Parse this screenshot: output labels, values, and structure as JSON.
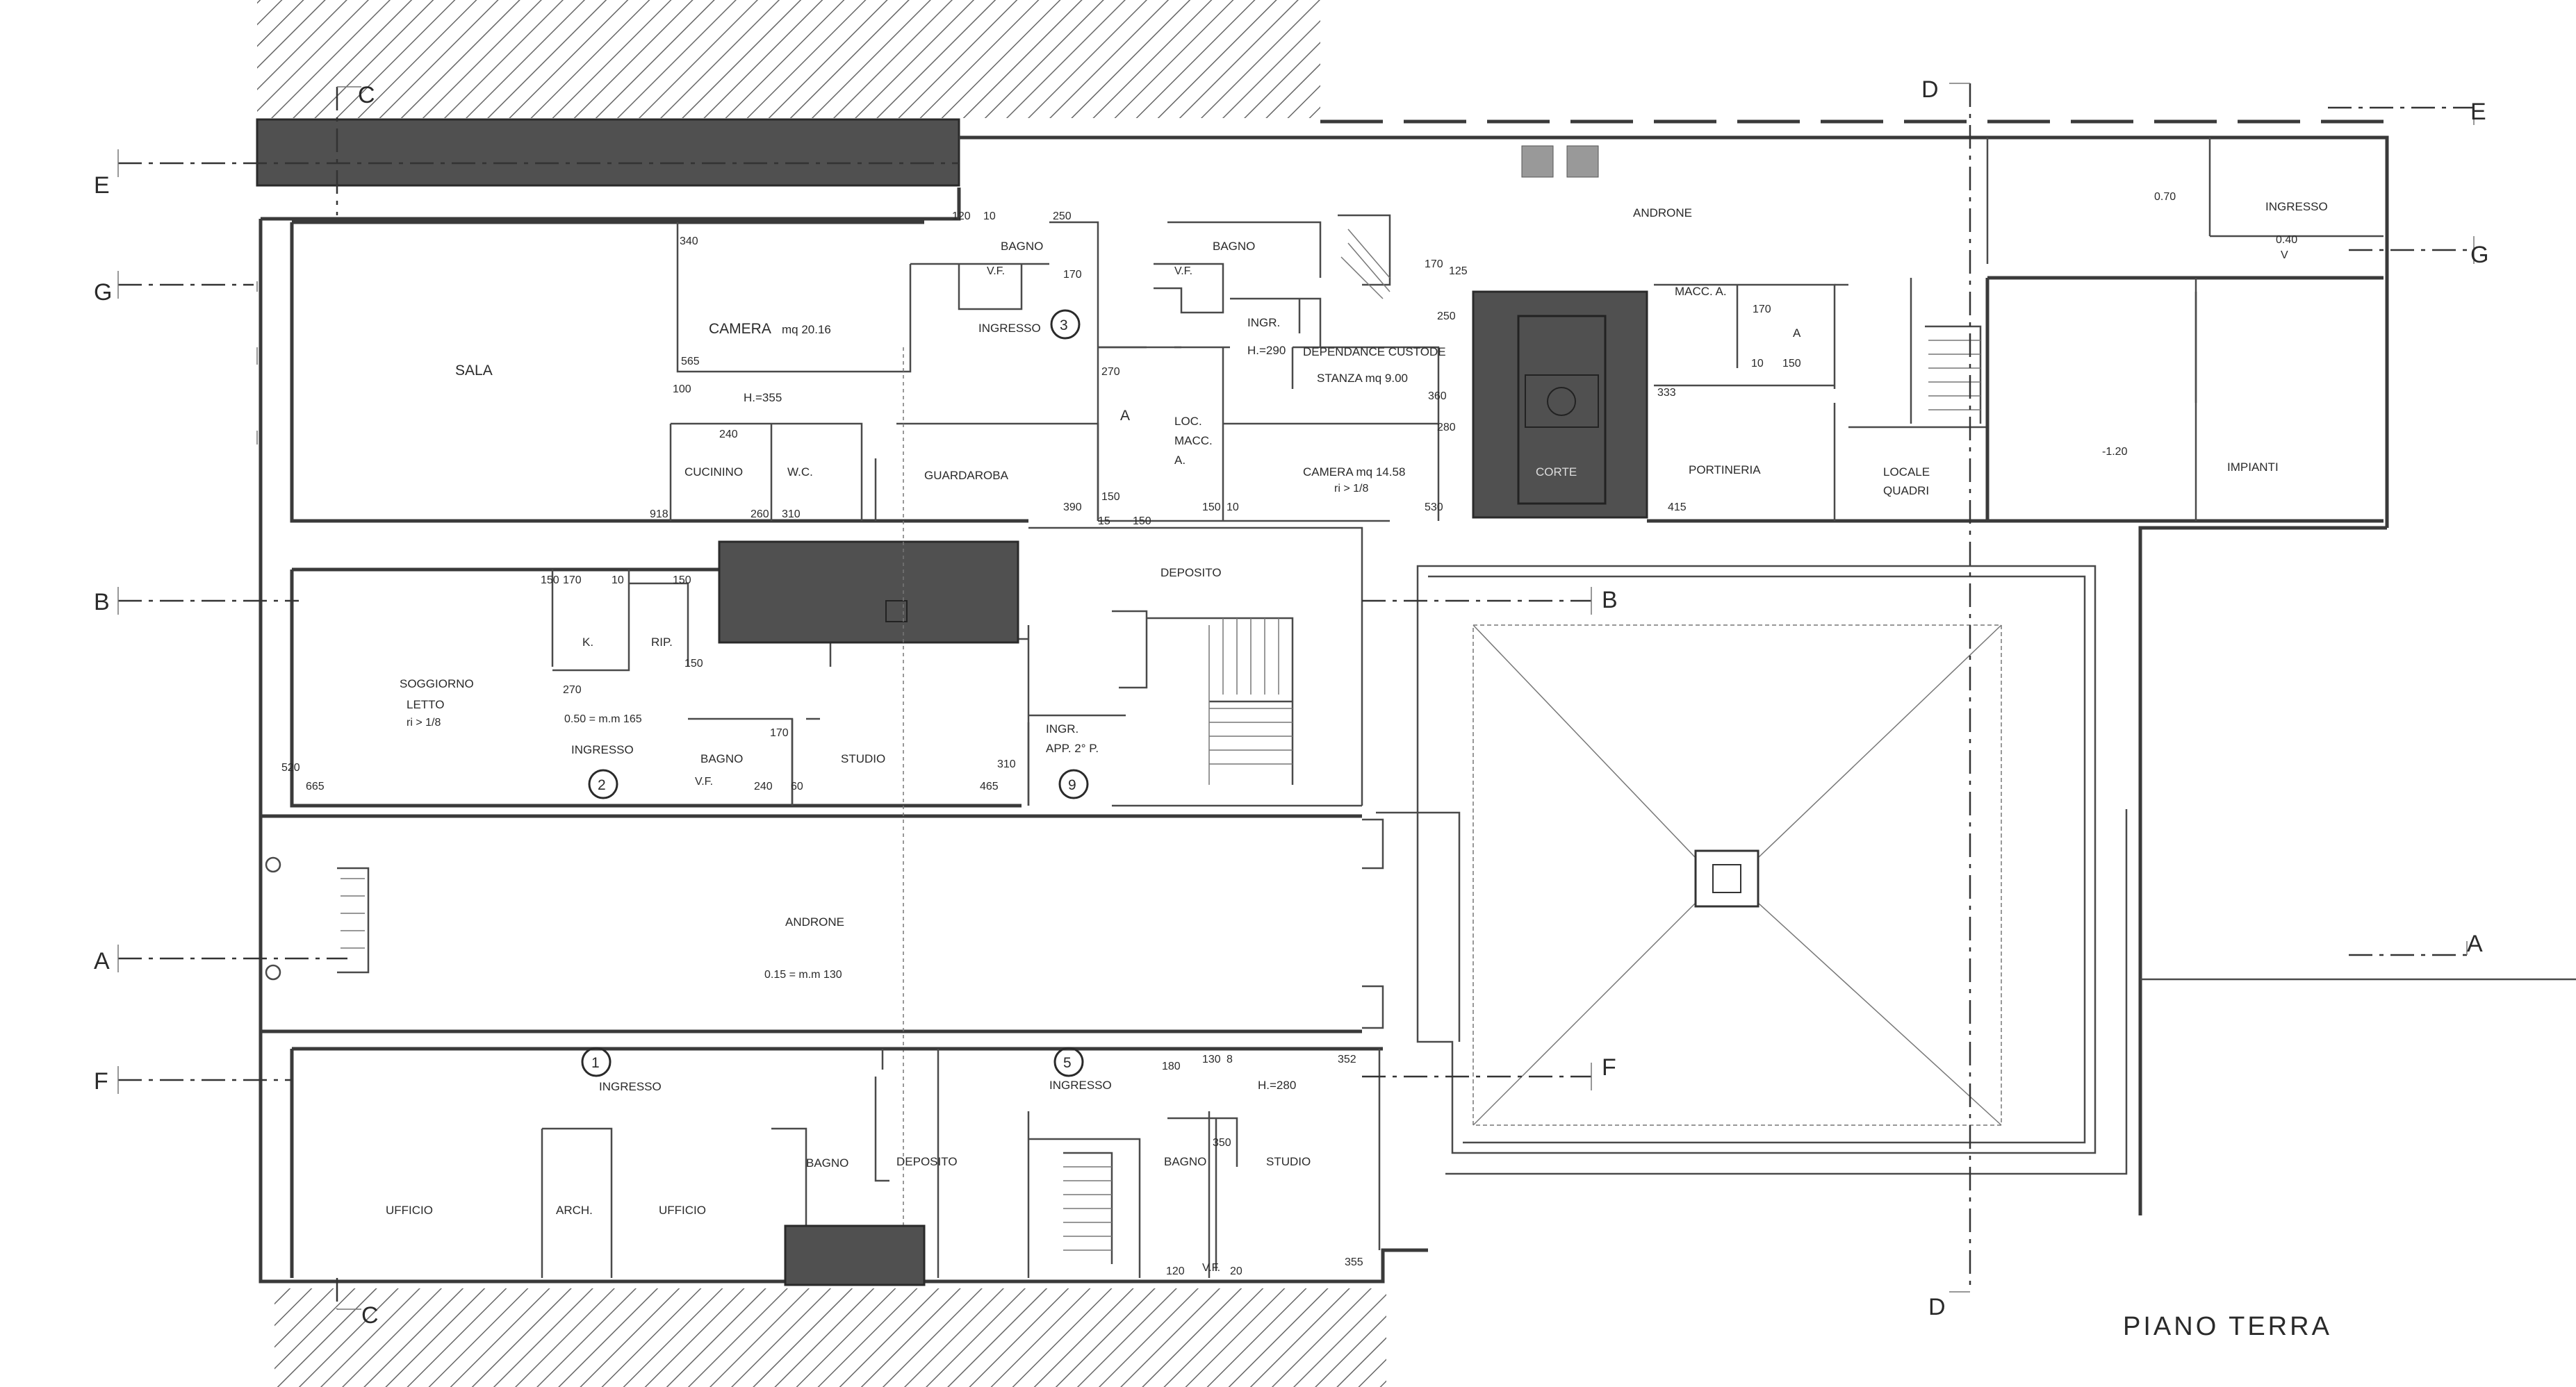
{
  "plan": {
    "title": "PIANO   TERRA",
    "section_marks": {
      "c_top": "C",
      "c_bottom": "C",
      "d_top": "D",
      "d_bottom": "D",
      "e_left": "E",
      "e_right": "E",
      "g_left": "G",
      "g_right": "G",
      "b_left": "B",
      "b_center": "B",
      "a_left": "A",
      "a_right": "A",
      "f_left": "F",
      "f_center": "F"
    },
    "rooms": {
      "sala": "SALA",
      "camera_1": "CAMERA",
      "camera_1_area": "mq 20.16",
      "h_355": "H.=355",
      "bagno_1": "BAGNO",
      "vf_1": "V.F.",
      "ingresso_3": "INGRESSO",
      "cucinino": "CUCININO",
      "wc": "W.C.",
      "guardaroba": "GUARDAROBA",
      "a_corridor": "A",
      "loc_macc": "LOC.",
      "loc_macc_2": "MACC.",
      "loc_macc_3": "A.",
      "bagno_2": "BAGNO",
      "vf_2": "V.F.",
      "ingr_h290": "INGR.",
      "h_290": "H.=290",
      "dependance": "DEPENDANCE CUSTODE",
      "stanza": "STANZA mq 9.00",
      "camera_2": "CAMERA mq 14.58",
      "camera_2_ri": "ri > 1/8",
      "corte": "CORTE",
      "androne_top": "ANDRONE",
      "macc_a": "MACC. A.",
      "a_room": "A",
      "portineria": "PORTINERIA",
      "locale": "LOCALE",
      "quadri": "QUADRI",
      "ingresso_right": "INGRESSO",
      "level_070": "0.70",
      "level_040": "0.40",
      "level_v": "V",
      "level_m120": "-1.20",
      "impianti": "IMPIANTI",
      "deposito_top": "DEPOSITO",
      "k": "K.",
      "rip": "RIP.",
      "soggiorno": "SOGGIORNO",
      "letto": "LETTO",
      "letto_ri": "ri > 1/8",
      "level_050": "0.50 = m.m 165",
      "ingresso_2": "INGRESSO",
      "bagno_3": "BAGNO",
      "vf_3": "V.F.",
      "studio_1": "STUDIO",
      "ingr_app": "INGR.",
      "app_2p": "APP. 2° P.",
      "androne_main": "ANDRONE",
      "level_015": "0.15 = m.m 130",
      "ingresso_1": "INGRESSO",
      "ingresso_5": "INGRESSO",
      "h_280": "H.=280",
      "ufficio_1": "UFFICIO",
      "arch": "ARCH.",
      "ufficio_2": "UFFICIO",
      "bagno_4": "BAGNO",
      "deposito_bottom": "DEPOSITO",
      "bagno_5": "BAGNO",
      "studio_2": "STUDIO",
      "vf_4": "V.F."
    },
    "numbers": {
      "n1": "1",
      "n2": "2",
      "n3": "3",
      "n5": "5",
      "n9": "9"
    },
    "dimensions": {
      "d120": "120",
      "d10a": "10",
      "d250": "250",
      "d340": "340",
      "d170a": "170",
      "d565": "565",
      "d100": "100",
      "d240": "240",
      "d260": "260",
      "d310": "310",
      "d918": "918",
      "d270a": "270",
      "d150a": "150",
      "d390": "390",
      "d15": "15",
      "d150b": "150",
      "d150c": "150",
      "d10b": "10",
      "d530": "530",
      "d250b": "250",
      "d360": "360",
      "d280": "280",
      "d125": "125",
      "d170b": "170",
      "d333": "333",
      "d10c": "10",
      "d150d": "150",
      "d415": "415",
      "d150e": "150",
      "d170c": "170",
      "d10d": "10",
      "d150f": "150",
      "d270b": "270",
      "d150g": "150",
      "d520": "520",
      "d665": "665",
      "d170d": "170",
      "d240b": "240",
      "d60": "60",
      "d465": "465",
      "d310b": "310",
      "d180": "180",
      "d130": "130",
      "d8": "8",
      "d352": "352",
      "d350": "350",
      "d120b": "120",
      "d20": "20",
      "d355": "355",
      "d170e": "170"
    }
  }
}
